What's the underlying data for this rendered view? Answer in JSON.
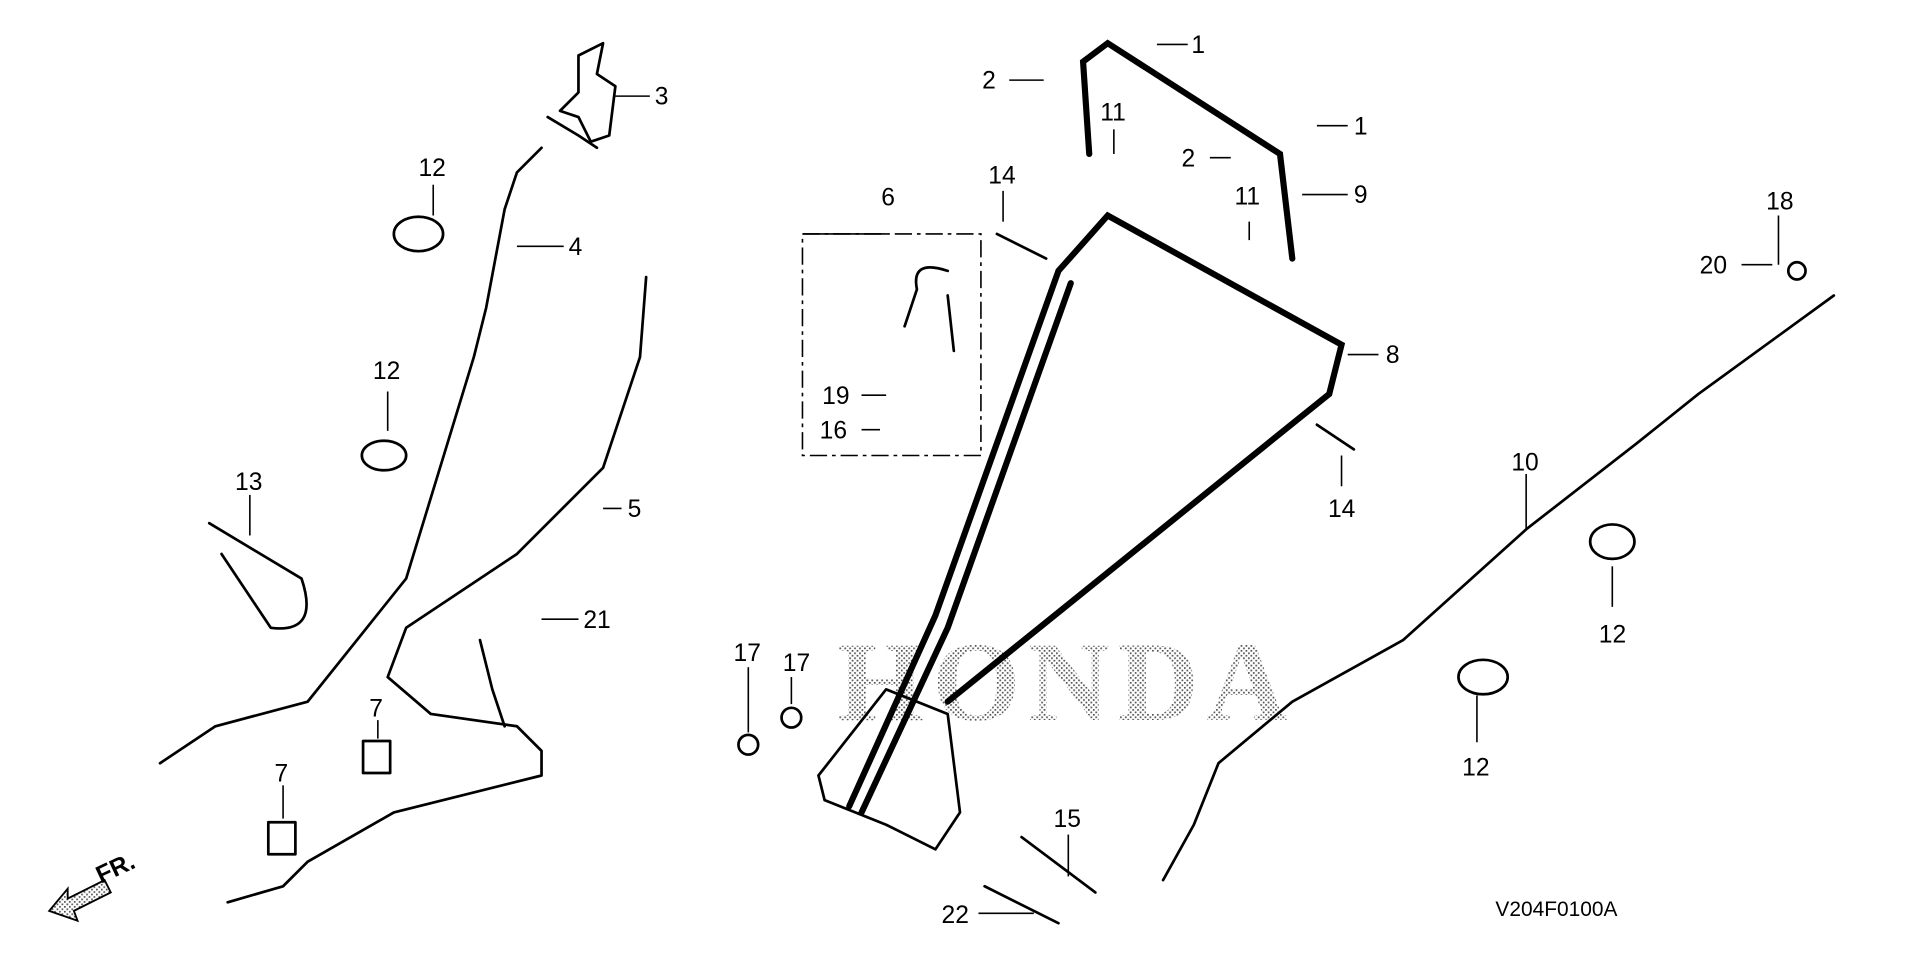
{
  "diagram": {
    "code": "V204F0100A",
    "watermark": "HONDA",
    "direction_label": "FR.",
    "callouts": [
      "1",
      "1",
      "2",
      "2",
      "3",
      "4",
      "5",
      "6",
      "7",
      "7",
      "8",
      "9",
      "10",
      "11",
      "11",
      "12",
      "12",
      "12",
      "12",
      "13",
      "14",
      "14",
      "15",
      "16",
      "17",
      "17",
      "18",
      "19",
      "20",
      "21",
      "22"
    ]
  }
}
